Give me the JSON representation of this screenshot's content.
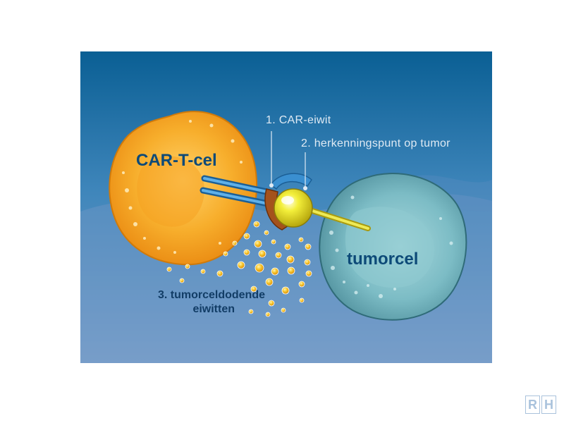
{
  "labels": {
    "car_t_cell": "CAR-T-cel",
    "tumor_cell": "tumorcel",
    "callout_1": "1. CAR-eiwit",
    "callout_2": "2. herkenningspunt op tumor",
    "callout_3_line1": "3. tumorceldodende",
    "callout_3_line2": "eiwitten"
  },
  "logo": {
    "letter_1": "R",
    "letter_2": "H"
  },
  "colors": {
    "background_top": "#0a5f94",
    "background_bottom": "#7fa3cc",
    "car_t_cell": "#f5a21e",
    "tumor_cell": "#7cbcc5",
    "car_protein": "#3a8fd0",
    "recognition_point": "#e8e41a",
    "proteins": "#f3b21e"
  }
}
